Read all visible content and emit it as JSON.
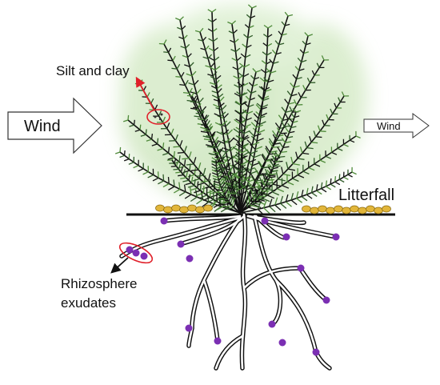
{
  "labels": {
    "silt_clay": "Silt and clay",
    "wind_left": "Wind",
    "wind_right": "Wind",
    "litterfall": "Litterfall",
    "rhizosphere_line1": "Rhizosphere",
    "rhizosphere_line2": "exudates"
  },
  "colors": {
    "foliage_dark": "#2f5a28",
    "foliage_mid": "#4f8a3a",
    "foliage_glow": "#cfe6c0",
    "branch": "#111111",
    "litter": "#e2b63a",
    "exudate": "#7b2fb3",
    "annotation": "#e0202a",
    "root_outline": "#111111"
  },
  "icons": {
    "wind_arrow": "right-arrow-outline-icon",
    "pointer_arrow": "arrow-icon"
  }
}
